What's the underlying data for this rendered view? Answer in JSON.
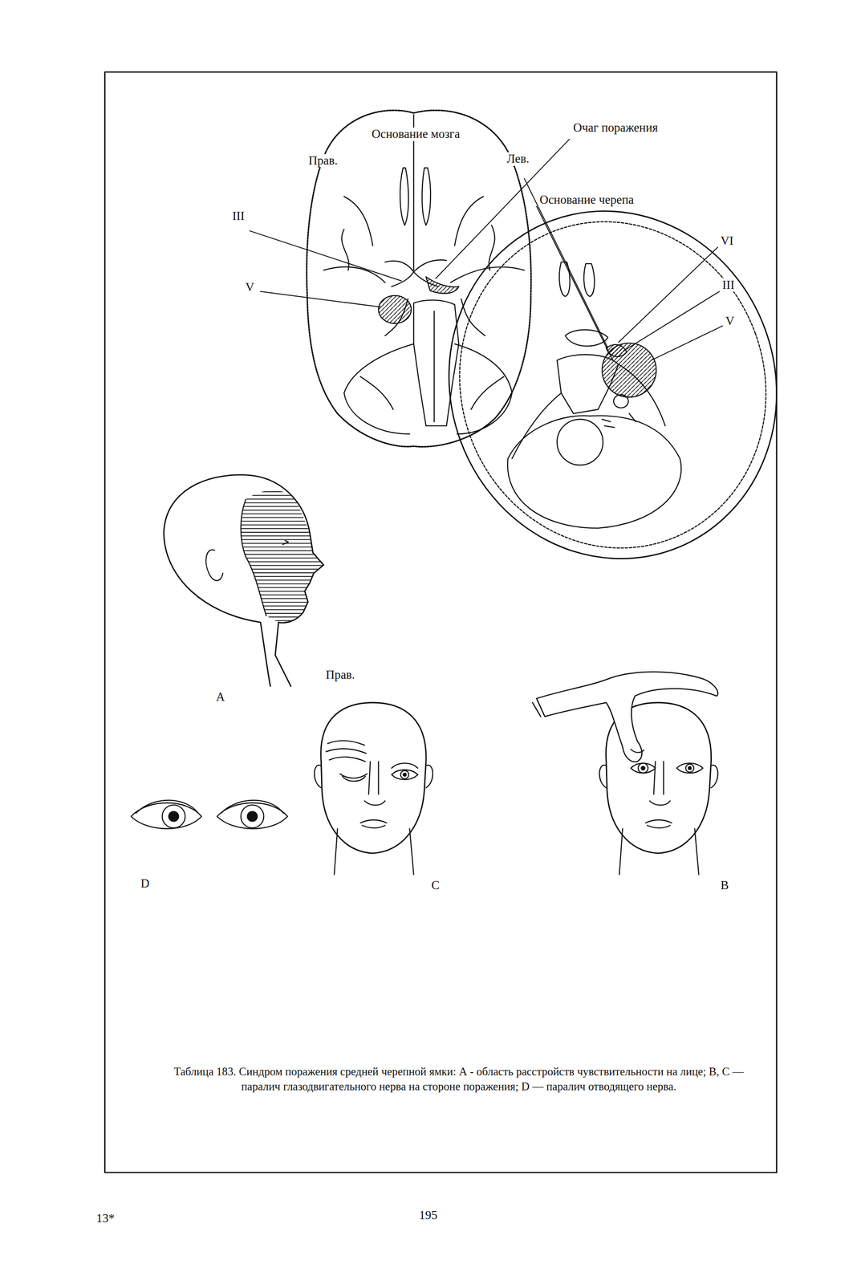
{
  "diagram": {
    "caption": "Таблица 183. Синдром поражения средней черепной ямки: А - область расстройств чувствительности на лице; B, C — паралич глазодвигательного нерва на стороне поражения; D — паралич отводящего нерва.",
    "labels": [
      "Основание мозга",
      "Прав.",
      "Лев.",
      "Очаг поражения",
      "Основание черепа",
      "III",
      "V",
      "VI",
      "III",
      "V",
      "A",
      "Прав.",
      "D",
      "C",
      "B",
      "195",
      "13*"
    ]
  }
}
